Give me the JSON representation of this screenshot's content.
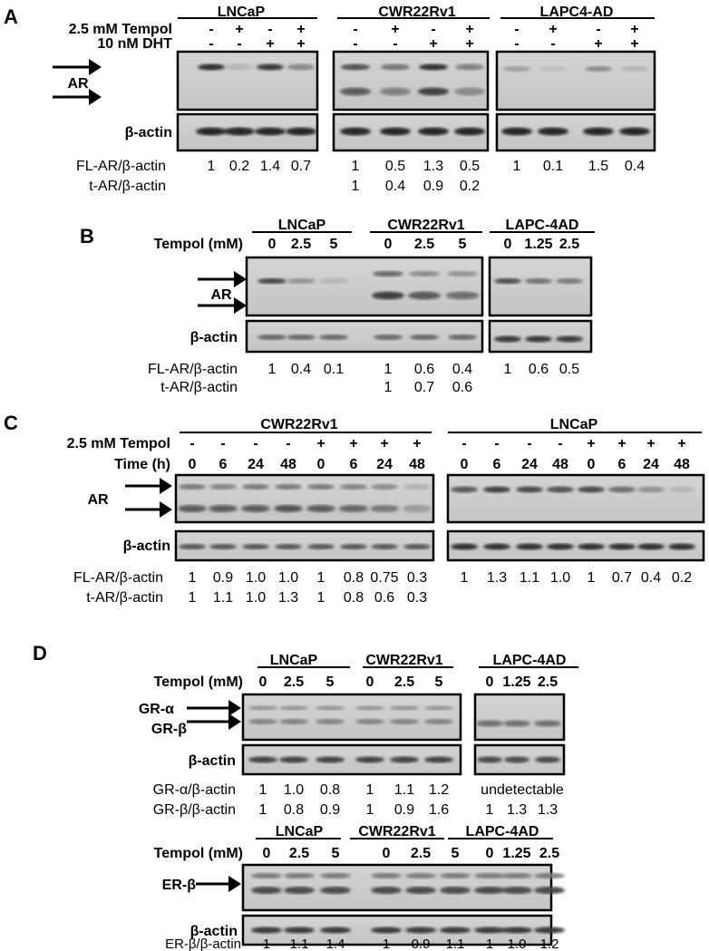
{
  "panel_a": {
    "letter": "A",
    "cells": [
      "LNCaP",
      "CWR22Rv1",
      "LAPC4-AD"
    ],
    "tempol_label": "2.5 mM Tempol",
    "dht_label": "10 nM DHT",
    "tempol_signs": [
      "-",
      "+",
      "-",
      "+"
    ],
    "dht_signs": [
      "-",
      "-",
      "+",
      "+"
    ],
    "band_label": "AR",
    "actin_label": "β-actin",
    "row1_label": "FL-AR/β-actin",
    "row2_label": "t-AR/β-actin",
    "row1": {
      "lncap": [
        "1",
        "0.2",
        "1.4",
        "0.7"
      ],
      "cwr": [
        "1",
        "0.5",
        "1.3",
        "0.5"
      ],
      "lapc": [
        "1",
        "0.1",
        "1.5",
        "0.4"
      ]
    },
    "row2": {
      "cwr": [
        "1",
        "0.4",
        "0.9",
        "0.2"
      ]
    }
  },
  "panel_b": {
    "letter": "B",
    "cells": [
      "LNCaP",
      "CWR22Rv1",
      "LAPC-4AD"
    ],
    "dose_label": "Tempol (mM)",
    "doses": {
      "lncap": [
        "0",
        "2.5",
        "5"
      ],
      "cwr": [
        "0",
        "2.5",
        "5"
      ],
      "lapc": [
        "0",
        "1.25",
        "2.5"
      ]
    },
    "band_label": "AR",
    "actin_label": "β-actin",
    "row1_label": "FL-AR/β-actin",
    "row2_label": "t-AR/β-actin",
    "row1": {
      "lncap": [
        "1",
        "0.4",
        "0.1"
      ],
      "cwr": [
        "1",
        "0.6",
        "0.4"
      ],
      "lapc": [
        "1",
        "0.6",
        "0.5"
      ]
    },
    "row2": {
      "cwr": [
        "1",
        "0.7",
        "0.6"
      ]
    }
  },
  "panel_c": {
    "letter": "C",
    "cells": [
      "CWR22Rv1",
      "LNCaP"
    ],
    "tempol_label": "2.5 mM Tempol",
    "time_label": "Time (h)",
    "tempol_signs": [
      "-",
      "-",
      "-",
      "-",
      "+",
      "+",
      "+",
      "+"
    ],
    "times": [
      "0",
      "6",
      "24",
      "48",
      "0",
      "6",
      "24",
      "48"
    ],
    "band_label": "AR",
    "actin_label": "β-actin",
    "row1_label": "FL-AR/β-actin",
    "row2_label": "t-AR/β-actin",
    "row1": {
      "cwr": [
        "1",
        "0.9",
        "1.0",
        "1.0",
        "1",
        "0.8",
        "0.75",
        "0.3"
      ],
      "lncap": [
        "1",
        "1.3",
        "1.1",
        "1.0",
        "1",
        "0.7",
        "0.4",
        "0.2"
      ]
    },
    "row2": {
      "cwr": [
        "1",
        "1.1",
        "1.0",
        "1.3",
        "1",
        "0.8",
        "0.6",
        "0.3"
      ]
    }
  },
  "panel_d": {
    "letter": "D",
    "cells": [
      "LNCaP",
      "CWR22Rv1",
      "LAPC-4AD"
    ],
    "dose_label": "Tempol (mM)",
    "doses": {
      "lncap": [
        "0",
        "2.5",
        "5"
      ],
      "cwr": [
        "0",
        "2.5",
        "5"
      ],
      "lapc": [
        "0",
        "1.25",
        "2.5"
      ]
    },
    "gr_alpha_label": "GR-α",
    "gr_beta_label": "GR-β",
    "actin_label": "β-actin",
    "gra_row_label": "GR-α/β-actin",
    "grb_row_label": "GR-β/β-actin",
    "gra_row": {
      "lncap": [
        "1",
        "1.0",
        "0.8"
      ],
      "cwr": [
        "1",
        "1.1",
        "1.2"
      ],
      "lapc_text": "undetectable"
    },
    "grb_row": {
      "lncap": [
        "1",
        "0.8",
        "0.9"
      ],
      "cwr": [
        "1",
        "0.9",
        "1.6"
      ],
      "lapc": [
        "1",
        "1.3",
        "1.3"
      ]
    },
    "er_beta_label": "ER-β",
    "er_row_label": "ER-β/β-actin",
    "er_row": {
      "lncap": [
        "1",
        "1.1",
        "1.4"
      ],
      "cwr": [
        "1",
        "0.9",
        "1.1"
      ],
      "lapc": [
        "1",
        "1.0",
        "1.2"
      ]
    }
  }
}
